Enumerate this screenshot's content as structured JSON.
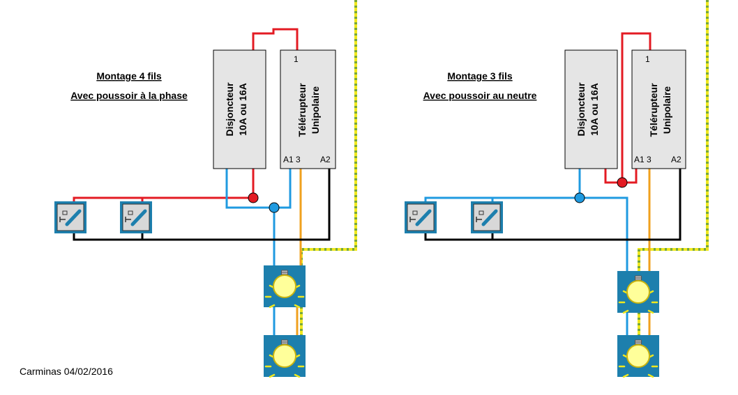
{
  "footer": "Carminas 04/02/2016",
  "colors": {
    "phase": "#e31b23",
    "neutral": "#1f9ae0",
    "return": "#000000",
    "switched": "#f0a01e",
    "earth": "#f0e81e",
    "device_box": "#e5e5e5",
    "tile_bg": "#1d7fad"
  },
  "diagrams": [
    {
      "title": "Montage 4 fils",
      "subtitle": "Avec poussoir à la phase",
      "breaker": {
        "line1": "Disjoncteur",
        "line2": "10A ou 16A"
      },
      "relay": {
        "line1": "Télérupteur",
        "line2": "Unipolaire",
        "pin_top": "1",
        "pin_a1_3": "A1 3",
        "pin_a2": "A2"
      },
      "pushbuttons": [
        "pushbutton",
        "pushbutton"
      ],
      "lamps": [
        "lamp",
        "lamp"
      ]
    },
    {
      "title": "Montage 3 fils",
      "subtitle": "Avec poussoir au neutre",
      "breaker": {
        "line1": "Disjoncteur",
        "line2": "10A ou 16A"
      },
      "relay": {
        "line1": "Télérupteur",
        "line2": "Unipolaire",
        "pin_top": "1",
        "pin_a1_3": "A1 3",
        "pin_a2": "A2"
      },
      "pushbuttons": [
        "pushbutton",
        "pushbutton"
      ],
      "lamps": [
        "lamp",
        "lamp"
      ]
    }
  ]
}
